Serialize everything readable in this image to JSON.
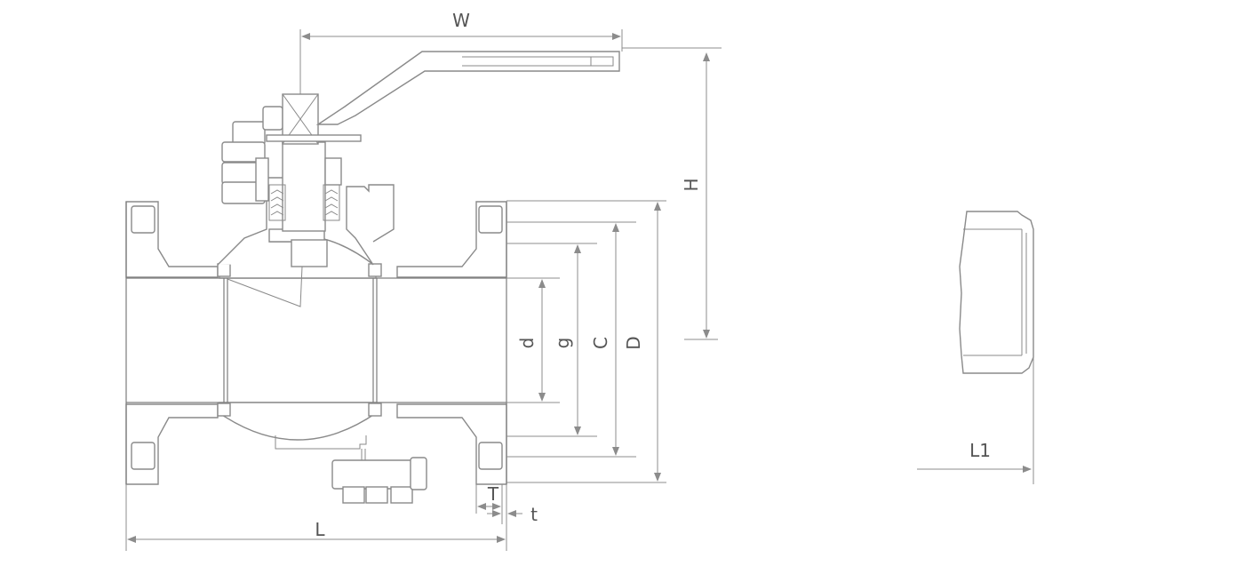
{
  "dimensions": {
    "W": "W",
    "H": "H",
    "d": "d",
    "g": "g",
    "C": "C",
    "D": "D",
    "T": "T",
    "t": "t",
    "L": "L",
    "L1": "L1"
  },
  "colors": {
    "line": "#8a8a8a",
    "label": "#555555",
    "background": "#ffffff"
  }
}
